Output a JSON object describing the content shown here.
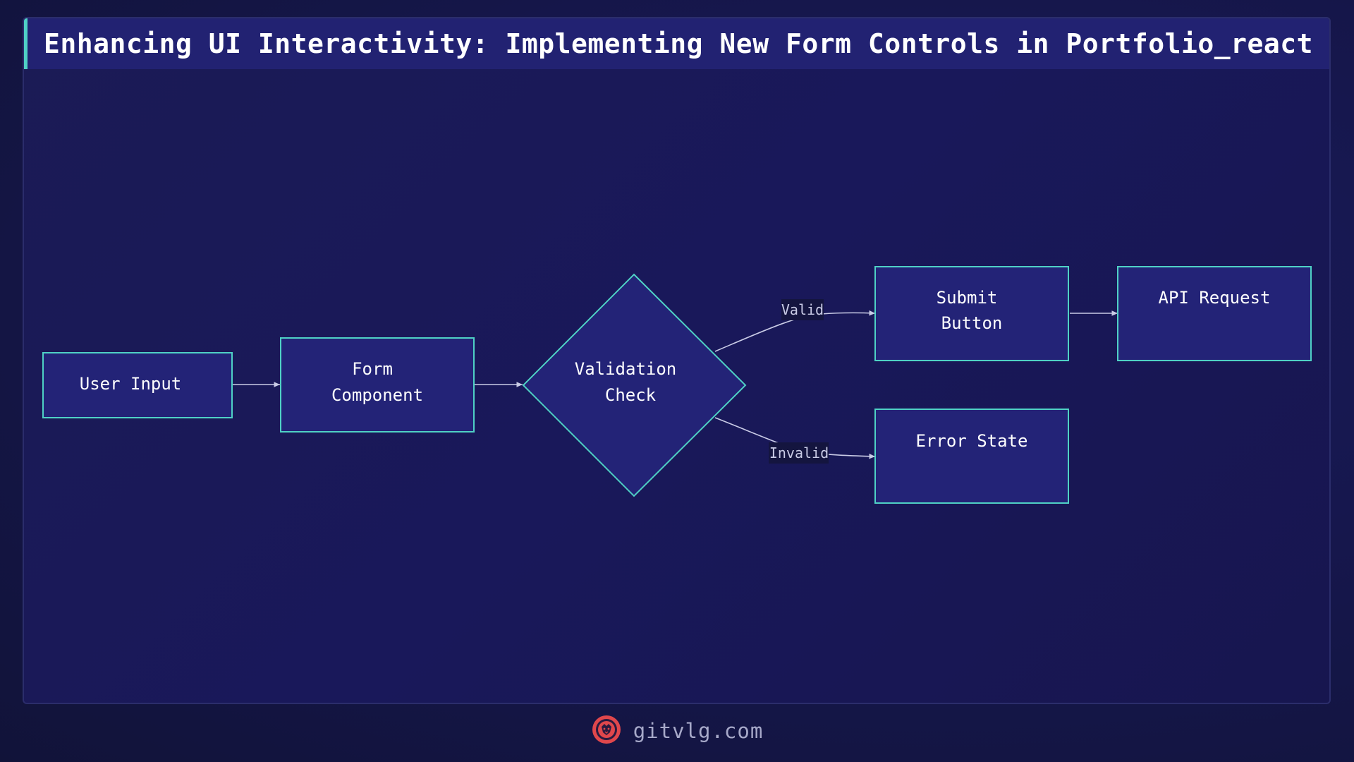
{
  "title": "Enhancing UI Interactivity: Implementing New Form Controls in Portfolio_react",
  "nodes": {
    "user_input": [
      "User Input"
    ],
    "form_component": [
      "Form",
      "Component"
    ],
    "validation_check": [
      "Validation",
      "Check"
    ],
    "submit_button": [
      "Submit",
      "Button"
    ],
    "api_request": [
      "API Request"
    ],
    "error_state": [
      "Error State"
    ]
  },
  "edges": {
    "valid_label": "Valid",
    "invalid_label": "Invalid"
  },
  "footer": {
    "site": "gitvlg.com",
    "logo_icon": "lion-logo-icon"
  },
  "colors": {
    "node_fill": "#232377",
    "node_border": "#4fd1c5",
    "title_bar": "#222272",
    "logo_red": "#e0474c"
  }
}
